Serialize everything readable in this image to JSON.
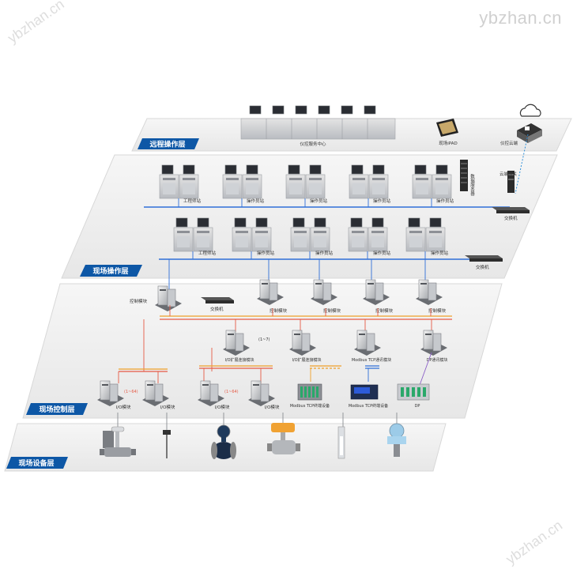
{
  "watermarks": {
    "top": "ybzhan.cn",
    "diag": "ybzhan.cn",
    "bottom": "ybzhan.cn"
  },
  "colors": {
    "layer_tag": "#0d57a6",
    "panel": "#f1f1f1",
    "panel_edge": "#d6d6d6",
    "network_blue": "#2f6fd8",
    "network_red": "#e65a45",
    "network_orange": "#f0a02a",
    "dashed_blue": "#2d8fd8"
  },
  "layers": {
    "remote": "远程操作层",
    "site_op": "现场操作层",
    "site_ctrl": "现场控制层",
    "site_dev": "现场设备层"
  },
  "remote": {
    "center": "仪控服务中心",
    "ipad": "现场iPAD",
    "cloud": "仪控云端"
  },
  "site_op": {
    "row1": [
      "工程师站",
      "操作员站",
      "操作员站",
      "操作员站",
      "操作员站"
    ],
    "row2": [
      "工程师站",
      "操作员站",
      "操作员站",
      "操作员站",
      "操作员站"
    ],
    "server": "数据服务器",
    "gateway": "云端网关",
    "switch1": "交换机",
    "switch2": "交换机"
  },
  "site_ctrl": {
    "top_left": "控制模块",
    "top_switch": "交换机",
    "top_modules": [
      "控制模块",
      "控制模块",
      "控制模块",
      "控制模块"
    ],
    "mid_range": "(1~7)",
    "mid": [
      "I/O扩展连接模块",
      "I/O扩展连接模块",
      "Modbus TCP通讯模块",
      "DP通讯模块"
    ],
    "io_range_left": "(1~64)",
    "io_range_right": "(1~64)",
    "io": [
      "I/O模块",
      "I/O模块",
      "I/O模块",
      "I/O模块"
    ],
    "devices": [
      "Modbus TCP终端设备",
      "Modbus TCP终端设备",
      "DP"
    ]
  },
  "site_dev": {
    "icons": [
      "control-valve-icon",
      "thermocouple-icon",
      "flowmeter-icon",
      "actuator-ball-valve-icon",
      "level-gauge-icon",
      "pressure-transmitter-icon"
    ]
  }
}
